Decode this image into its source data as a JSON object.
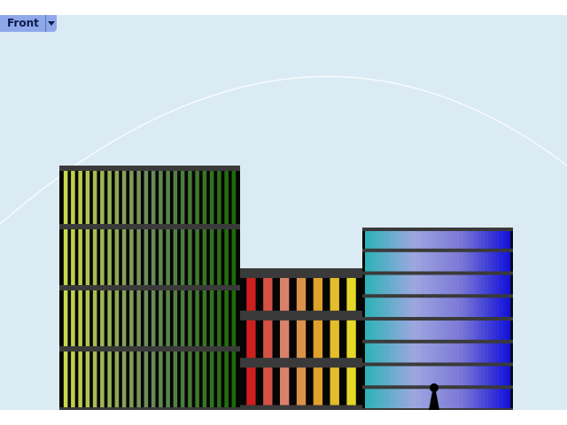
{
  "viewport": {
    "name": "Front",
    "dropdown_icon": "caret-down-icon",
    "background": "#dbebf3"
  },
  "scene": {
    "buildings": [
      {
        "name": "left-building",
        "floors": 4,
        "fins": 24,
        "fin_gradient": [
          "#c7d94b",
          "#6a8a5c",
          "#1d6b08"
        ],
        "slab_color": "#3a3a3a"
      },
      {
        "name": "middle-building",
        "floors": 3,
        "fins": 7,
        "fin_gradient": [
          "#cc1f1f",
          "#d9826b",
          "#e0a12a",
          "#e6d82a"
        ],
        "slab_color": "#3a3a3a"
      },
      {
        "name": "right-building",
        "floors": 8,
        "fins": 40,
        "fin_gradient": [
          "#2fb3b8",
          "#9ea7e0",
          "#7a78d6",
          "#1414d8"
        ],
        "slab_color": "#3a3a3a"
      }
    ],
    "figure": "person-silhouette",
    "horizon": "arc-guide"
  }
}
